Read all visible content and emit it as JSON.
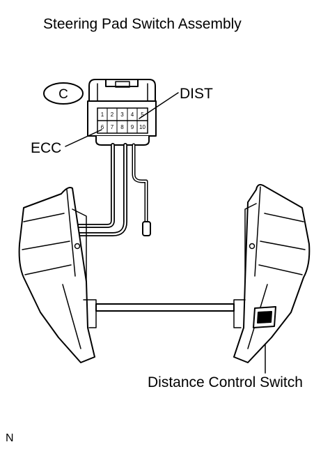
{
  "title": "Steering Pad Switch Assembly",
  "connector": {
    "code": "C",
    "pins_top": [
      "1",
      "2",
      "3",
      "4",
      "5"
    ],
    "pins_bottom": [
      "6",
      "7",
      "8",
      "9",
      "10"
    ]
  },
  "callouts": {
    "dist": "DIST",
    "ecc": "ECC",
    "distance_control_switch": "Distance Control Switch"
  },
  "figure_code": "N"
}
